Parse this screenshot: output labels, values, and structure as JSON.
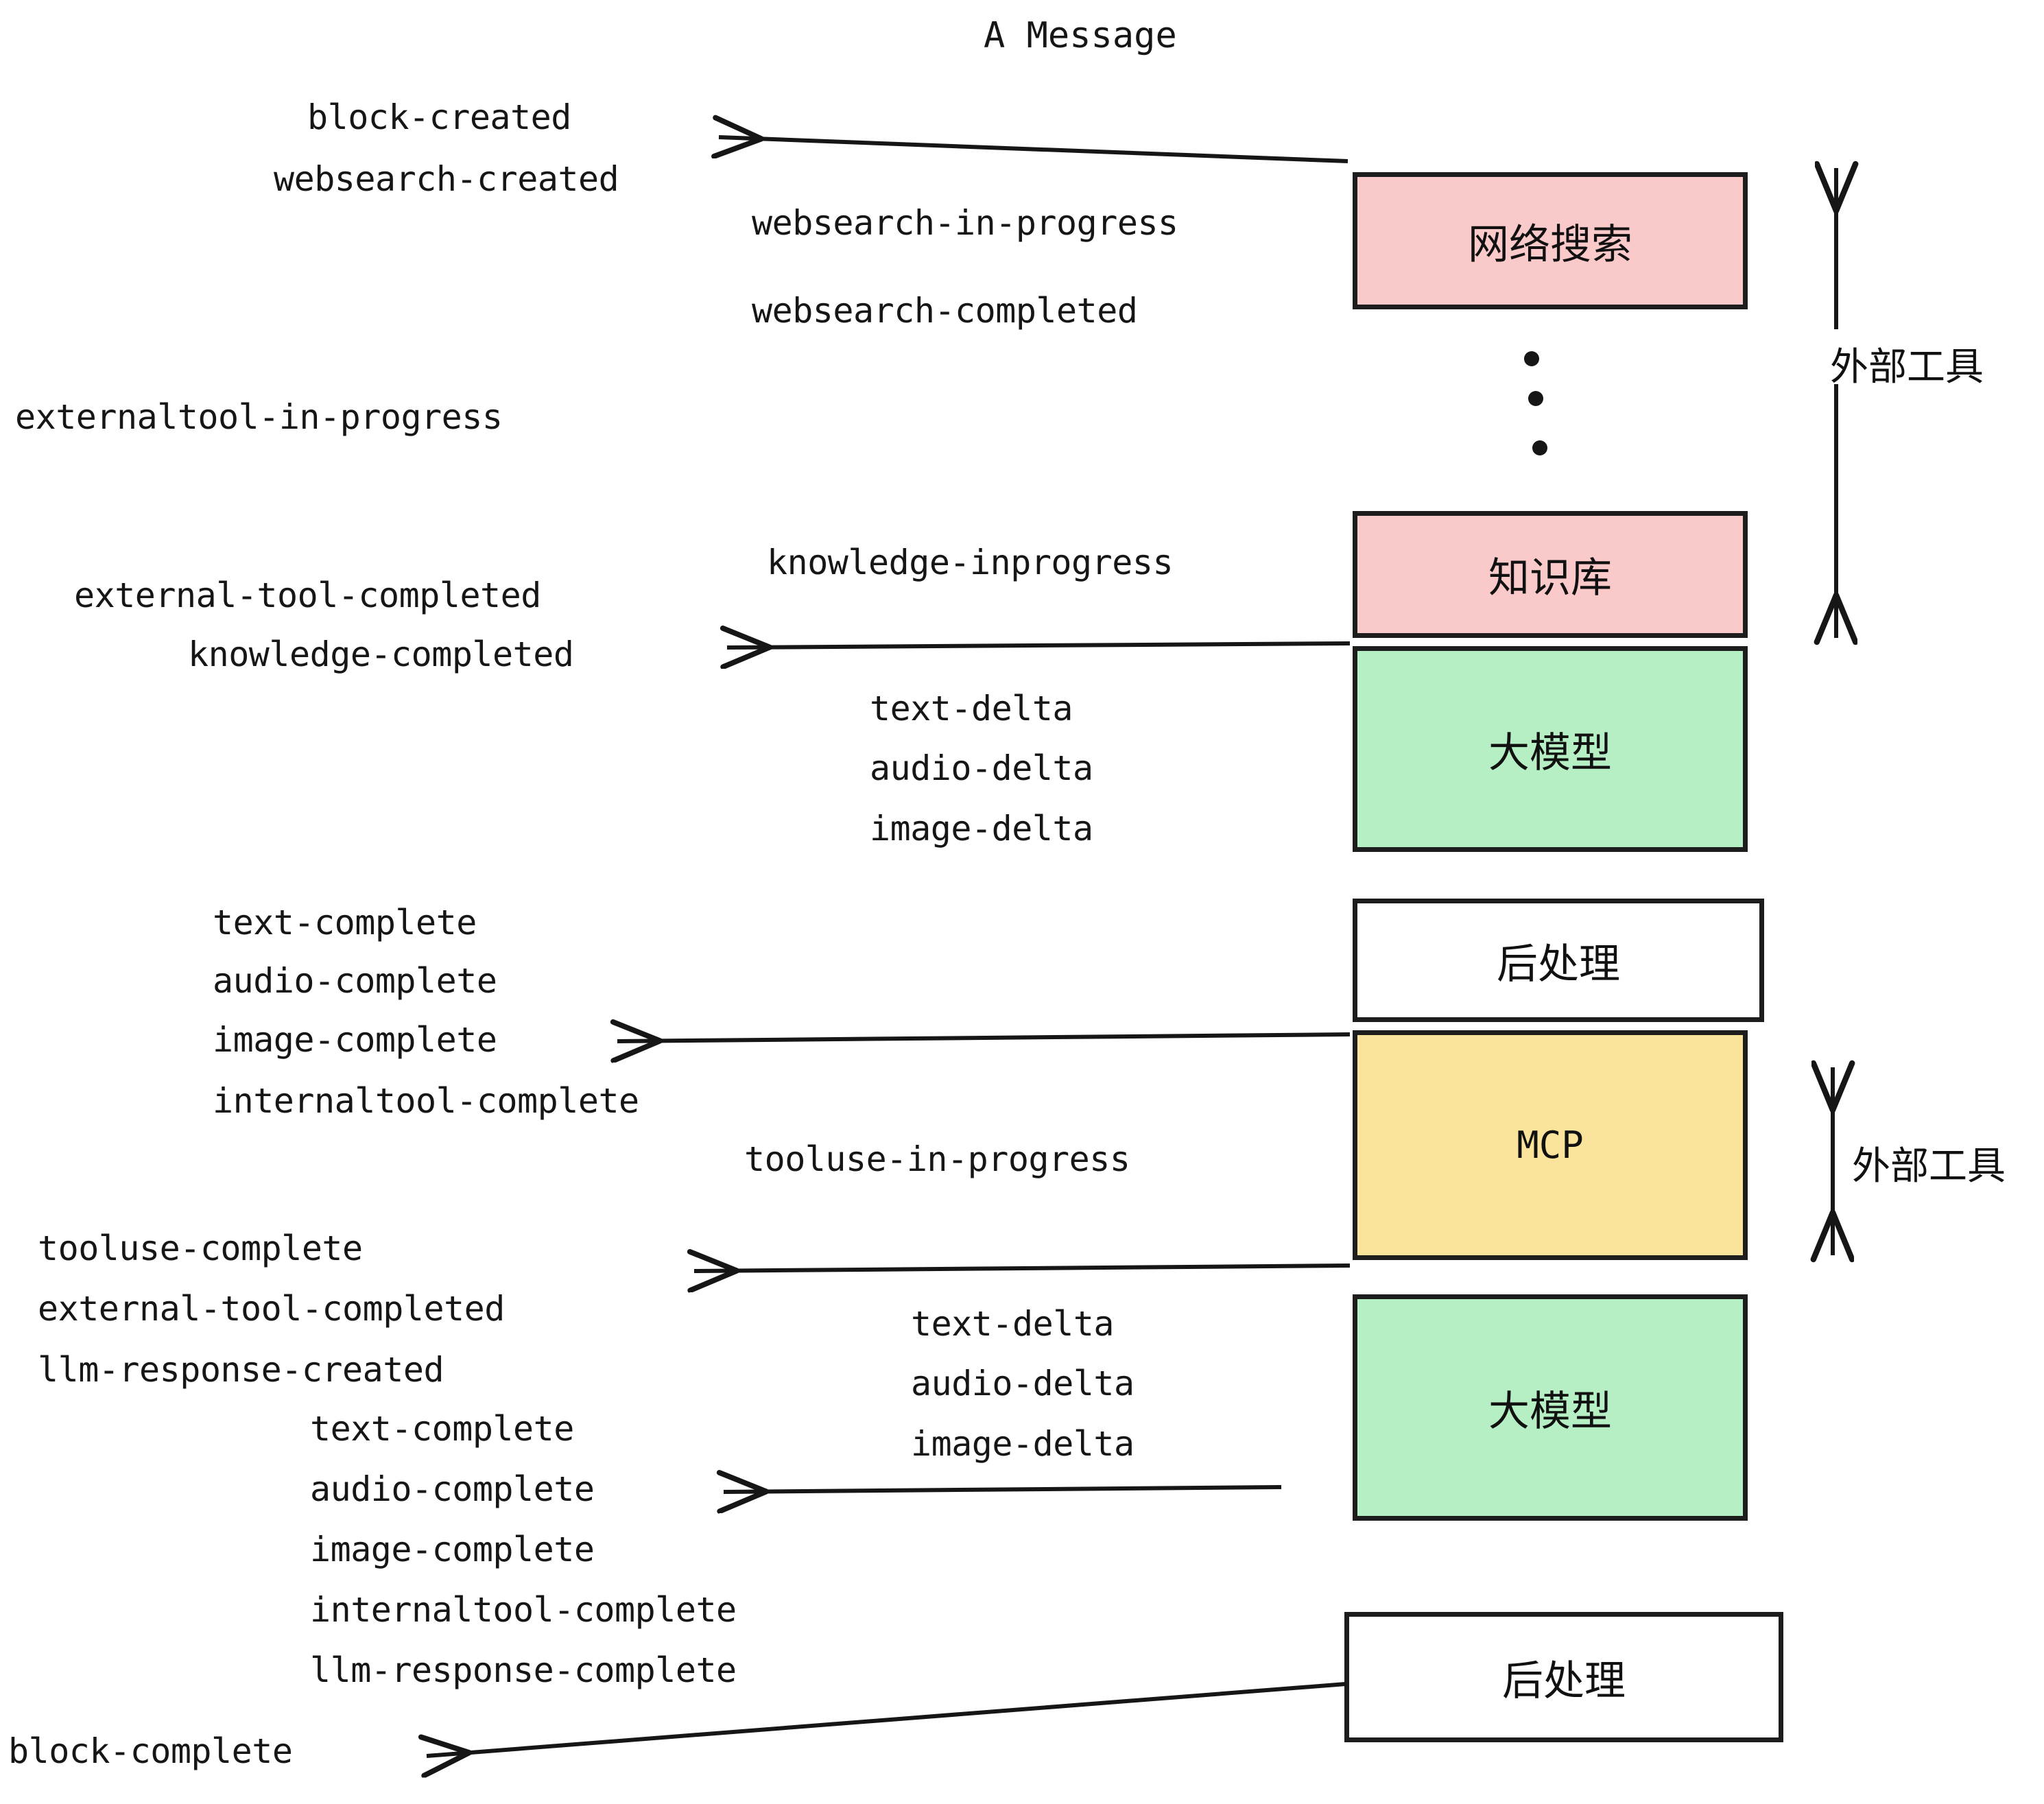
{
  "title": "A Message",
  "colors": {
    "pink": "#fac9c9",
    "green": "#b5efc3",
    "yellow": "#fae39a",
    "white": "#ffffff",
    "stroke": "#1d1d1d",
    "text": "#161616",
    "background": "#ffffff"
  },
  "boxes": [
    {
      "id": "websearch",
      "label": "网络搜索",
      "fill": "pink"
    },
    {
      "id": "knowledge",
      "label": "知识库",
      "fill": "pink"
    },
    {
      "id": "llm-1",
      "label": "大模型",
      "fill": "green"
    },
    {
      "id": "postprocess-1",
      "label": "后处理",
      "fill": "white"
    },
    {
      "id": "mcp",
      "label": "MCP",
      "fill": "yellow"
    },
    {
      "id": "llm-2",
      "label": "大模型",
      "fill": "green"
    },
    {
      "id": "postprocess-2",
      "label": "后处理",
      "fill": "white"
    }
  ],
  "side_annotations": [
    {
      "id": "external-tool-top",
      "label": "外部工具"
    },
    {
      "id": "external-tool-bottom",
      "label": "外部工具"
    }
  ],
  "events": {
    "block_created": "block-created",
    "websearch_created": "websearch-created",
    "websearch_in_progress": "websearch-in-progress",
    "websearch_completed": "websearch-completed",
    "externaltool_in_progress": "externaltool-in-progress",
    "knowledge_inprogress": "knowledge-inprogress",
    "external_tool_completed_1": "external-tool-completed",
    "knowledge_completed": "knowledge-completed",
    "text_delta_1": "text-delta",
    "audio_delta_1": "audio-delta",
    "image_delta_1": "image-delta",
    "text_complete_1": "text-complete",
    "audio_complete_1": "audio-complete",
    "image_complete_1": "image-complete",
    "internaltool_complete_1": "internaltool-complete",
    "tooluse_in_progress": "tooluse-in-progress",
    "tooluse_complete": "tooluse-complete",
    "external_tool_completed_2": "external-tool-completed",
    "llm_response_created": "llm-response-created",
    "text_delta_2": "text-delta",
    "audio_delta_2": "audio-delta",
    "image_delta_2": "image-delta",
    "text_complete_2": "text-complete",
    "audio_complete_2": "audio-complete",
    "image_complete_2": "image-complete",
    "internaltool_complete_2": "internaltool-complete",
    "llm_response_complete": "llm-response-complete",
    "block_complete": "block-complete"
  }
}
